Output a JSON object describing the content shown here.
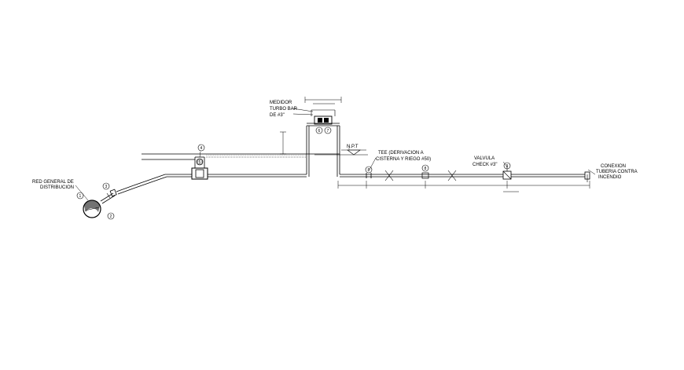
{
  "labels": {
    "red_general": [
      "RED GENERAL DE",
      "DISTRIBUCION"
    ],
    "medidor": [
      "MEDIDOR",
      "TURBO BAR",
      "DE #3\""
    ],
    "npt": "N.P.T",
    "tee": [
      "TEE (DERIVACION A",
      "CISTERNA Y RIEGO #50)"
    ],
    "valvula": [
      "VALVULA",
      "CHECK #3\""
    ],
    "conexion": [
      "CONEXION",
      "TUBERIA CONTRA",
      "INCENDIO"
    ]
  },
  "callouts": {
    "c1": "1",
    "c2": "2",
    "c3": "3",
    "c4": "4",
    "c5": "5",
    "c6": "6",
    "c7": "7",
    "c8a": "8",
    "c8b": "8",
    "c9": "9"
  },
  "colors": {
    "ink": "#000000",
    "background": "#ffffff"
  }
}
